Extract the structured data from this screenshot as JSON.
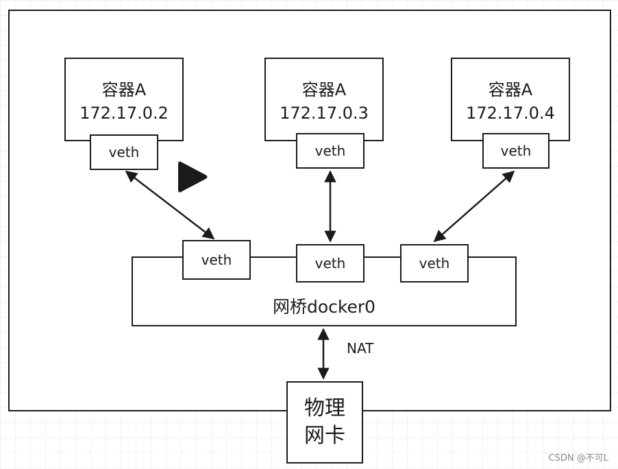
{
  "containers": [
    {
      "name": "容器A",
      "ip": "172.17.0.2",
      "veth": "veth"
    },
    {
      "name": "容器A",
      "ip": "172.17.0.3",
      "veth": "veth"
    },
    {
      "name": "容器A",
      "ip": "172.17.0.4",
      "veth": "veth"
    }
  ],
  "bridge": {
    "label": "网桥docker0",
    "veths": [
      "veth",
      "veth",
      "veth"
    ]
  },
  "nat_label": "NAT",
  "physical_nic": {
    "line1": "物理",
    "line2": "网卡"
  },
  "watermark": "CSDN @不可L"
}
